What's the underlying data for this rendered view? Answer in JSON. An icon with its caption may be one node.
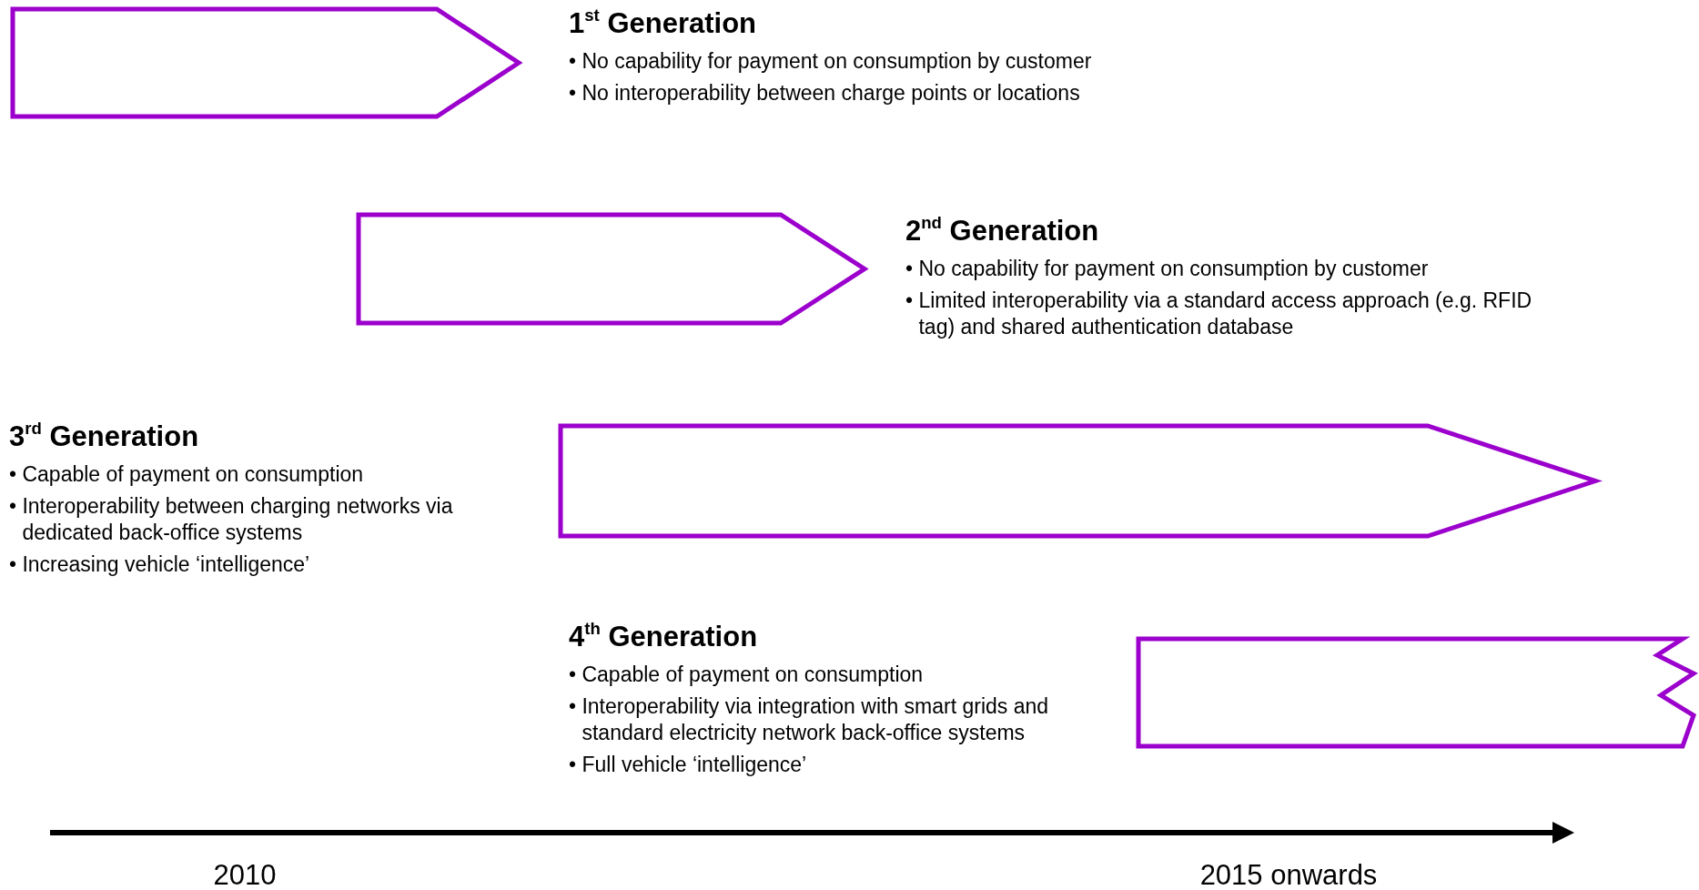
{
  "diagram": {
    "nodes": [
      {
        "text": [],
        "shape": "arrow",
        "beside": [
          "1$^{st}$ Generation",
          "• No capability for payment on consumption by customer",
          "• No interoperability between charge points or locations"
        ]
      },
      {
        "text": [],
        "shape": "arrow",
        "beside": [
          "2$^{nd}$ Generation",
          "• No capability for payment on consumption by customer",
          "• Limited interoperability via a standard access approach (e.g. RFID tag) and shared authentication database"
        ]
      },
      {
        "text": [],
        "shape": "arrow",
        "beside": [
          "3$^{rd}$ Generation",
          "• Capable of payment on consumption",
          "• Interoperability between charging networks via dedicated back-office systems",
          "• Increasing vehicle ‘intelligence’"
        ]
      },
      {
        "text": [],
        "shape": "bar",
        "beside": [
          "4$^{th}$ Generation",
          "• Capable of payment on consumption",
          "• Interoperability via integration with smart grids and standard electricity network back-office systems",
          "• Full vehicle ‘intelligence’"
        ]
      }
    ],
    "labels": [
      "2010",
      "2015 onwards"
    ]
  }
}
